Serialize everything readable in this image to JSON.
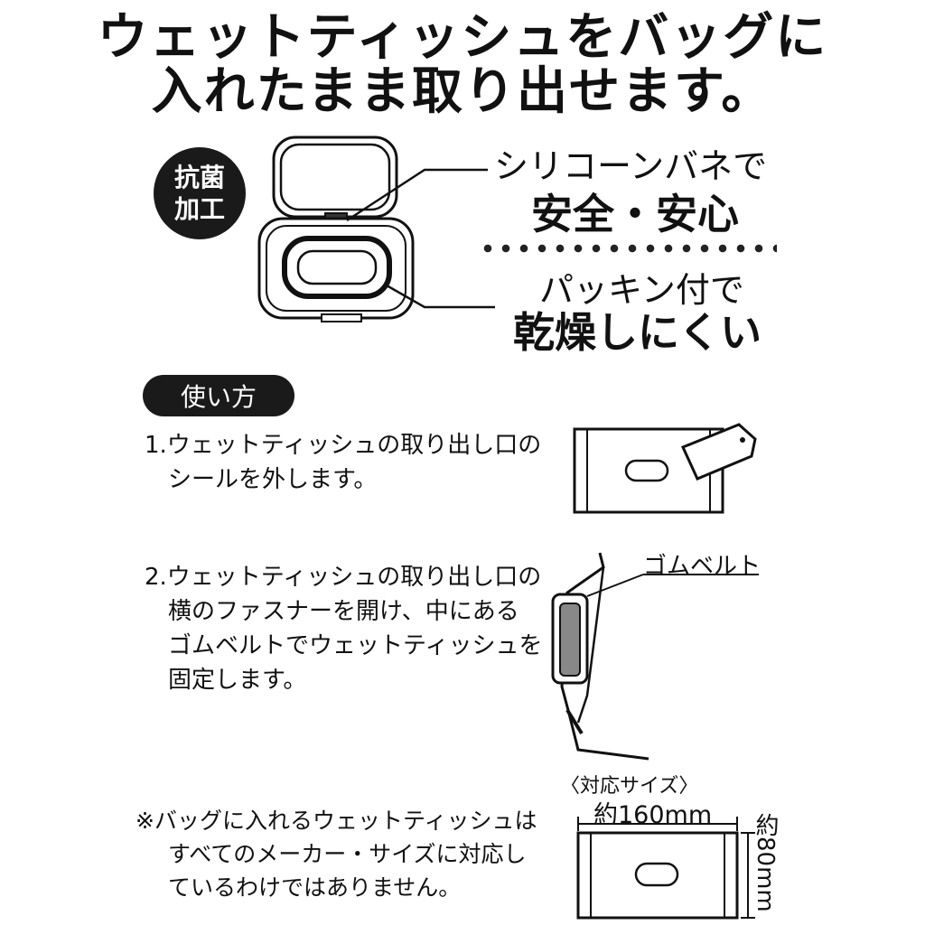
{
  "headline": {
    "line1": "ウェットティッシュをバッグに",
    "line2": "入れたまま取り出せます。"
  },
  "badge": {
    "line1": "抗菌",
    "line2": "加工"
  },
  "features": [
    {
      "small": "シリコーンバネで",
      "big": "安全・安心"
    },
    {
      "small": "パッキン付で",
      "big": "乾燥しにくい"
    }
  ],
  "usage": {
    "title": "使い方",
    "steps": [
      {
        "lines": [
          "1.ウェットティッシュの取り出し口の",
          "シールを外します。"
        ]
      },
      {
        "lines": [
          "2.ウェットティッシュの取り出し口の",
          "横のファスナーを開け、中にある",
          "ゴムベルトでウェットティッシュを",
          "固定します。"
        ]
      }
    ],
    "callout": "ゴムベルト"
  },
  "size_info": {
    "title": "〈対応サイズ〉",
    "width": "約160mm",
    "height": "約80mm"
  },
  "note": {
    "lines": [
      "※バッグに入れるウェットティッシュは",
      "すべてのメーカー・サイズに対応し",
      "ているわけではありません。"
    ]
  }
}
